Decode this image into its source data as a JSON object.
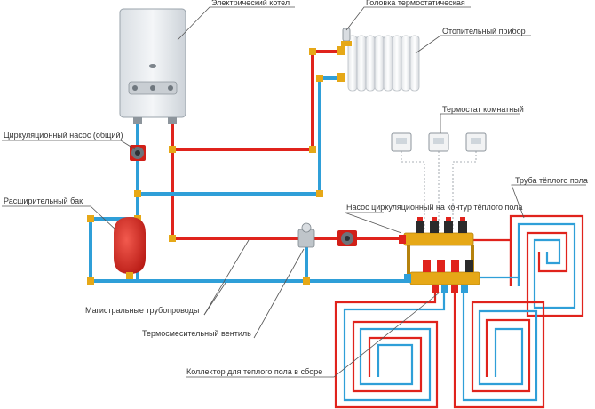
{
  "labels": {
    "boiler": "Электрический котел",
    "thermo_head": "Головка термостатическая",
    "radiator": "Отопительный прибор",
    "room_thermostat": "Термостат комнатный",
    "circ_pump_common": "Циркуляционный насос (общий)",
    "expansion_tank": "Расширительный бак",
    "floor_pipe": "Труба тёплого пола",
    "floor_pump": "Насос циркуляционный на контур тёплого пола",
    "main_pipes": "Магистральные трубопроводы",
    "mixing_valve": "Термосмесительный вентиль",
    "collector": "Коллектор для теплого пола в сборе"
  },
  "colors": {
    "supply_pipe": "#e0231c",
    "return_pipe": "#2f9fd8",
    "boiler_body": "#eef1f4",
    "tank": "#e0231c",
    "brass": "#e6a817",
    "leader_line": "#555555"
  },
  "icons": {
    "pump": "pump-icon",
    "valve": "valve-icon",
    "thermostat": "thermostat-icon"
  }
}
